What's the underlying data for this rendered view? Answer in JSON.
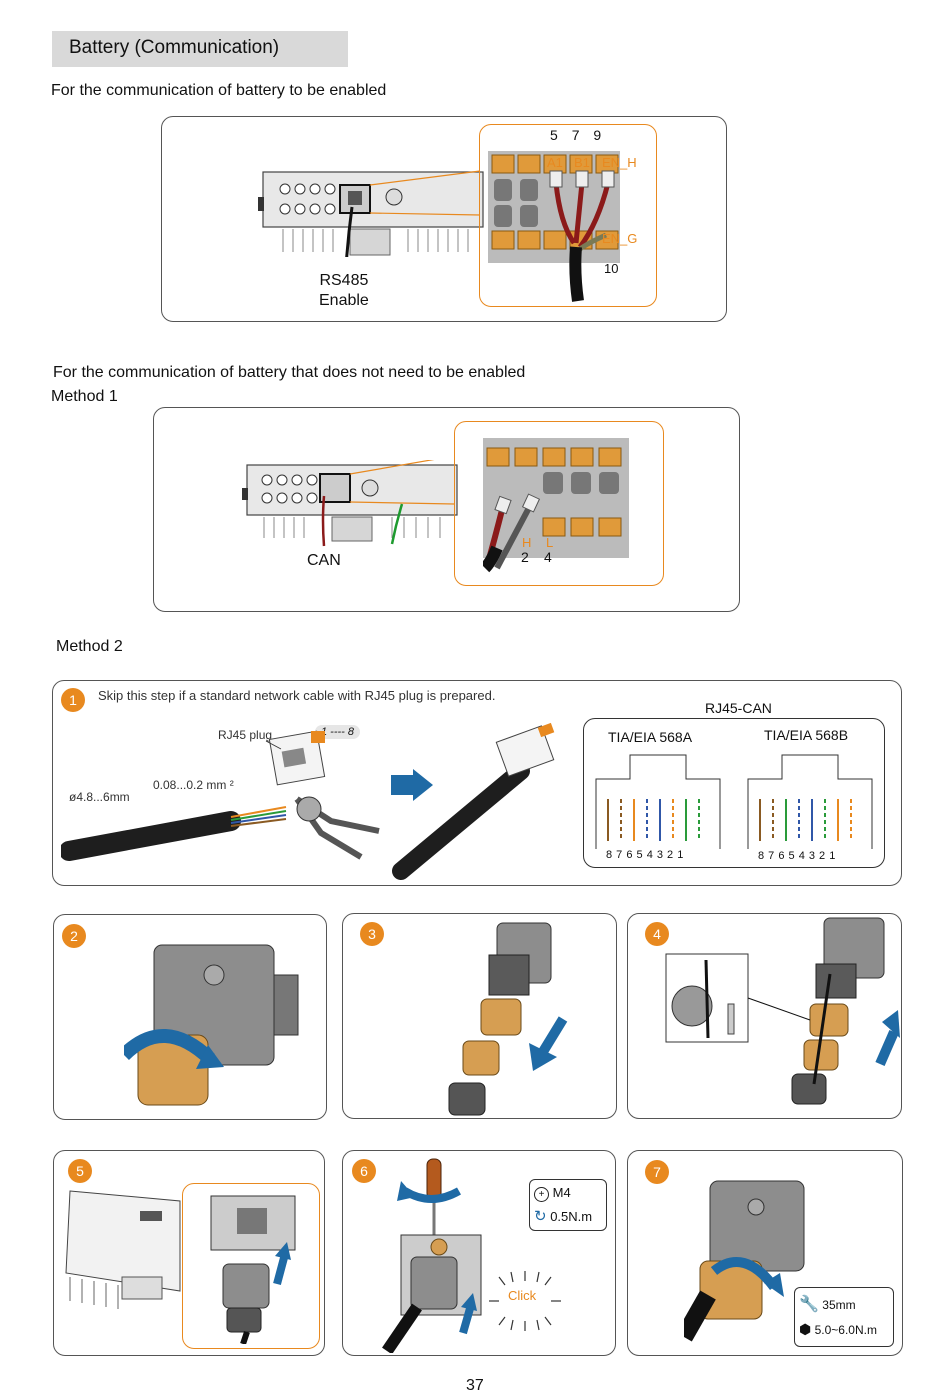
{
  "header": {
    "title": "Battery (Communication)"
  },
  "section1": {
    "caption": "For the communication of battery to be enabled",
    "pin_top": [
      "5",
      "7",
      "9"
    ],
    "labels": {
      "a1": "A1",
      "b1": "B1",
      "en_h": "EN_H",
      "en_g": "EN_G",
      "pin10": "10"
    },
    "callout_line1": "RS485",
    "callout_line2": "Enable"
  },
  "section2": {
    "caption": "For the communication of battery that does not need to be enabled",
    "method": "Method 1",
    "labels": {
      "h": "H",
      "l": "L",
      "pin2": "2",
      "pin4": "4"
    },
    "callout": "CAN"
  },
  "section3": {
    "method": "Method 2",
    "step1": {
      "number": "1",
      "note": "Skip this step if a standard network cable with RJ45 plug is prepared.",
      "rj45_plug": "RJ45 plug",
      "range": "1 ---- 8",
      "wire_size": "0.08...0.2 mm ²",
      "diameter": "ø4.8...6mm",
      "rj45_can": "RJ45-CAN",
      "std_a": "TIA/EIA 568A",
      "std_b": "TIA/EIA 568B",
      "pins": "8 7 6 5 4 3 2 1"
    },
    "steps": [
      "2",
      "3",
      "4",
      "5",
      "6",
      "7"
    ],
    "step6": {
      "screw": "M4",
      "torque": "0.5N.m",
      "click": "Click"
    },
    "step7": {
      "size": "35mm",
      "torque": "5.0~6.0N.m"
    }
  },
  "footer": {
    "page_number": "37"
  },
  "colors": {
    "accent": "#e8891f",
    "arrow_blue": "#1f6aa5",
    "panel_border": "#555555"
  }
}
